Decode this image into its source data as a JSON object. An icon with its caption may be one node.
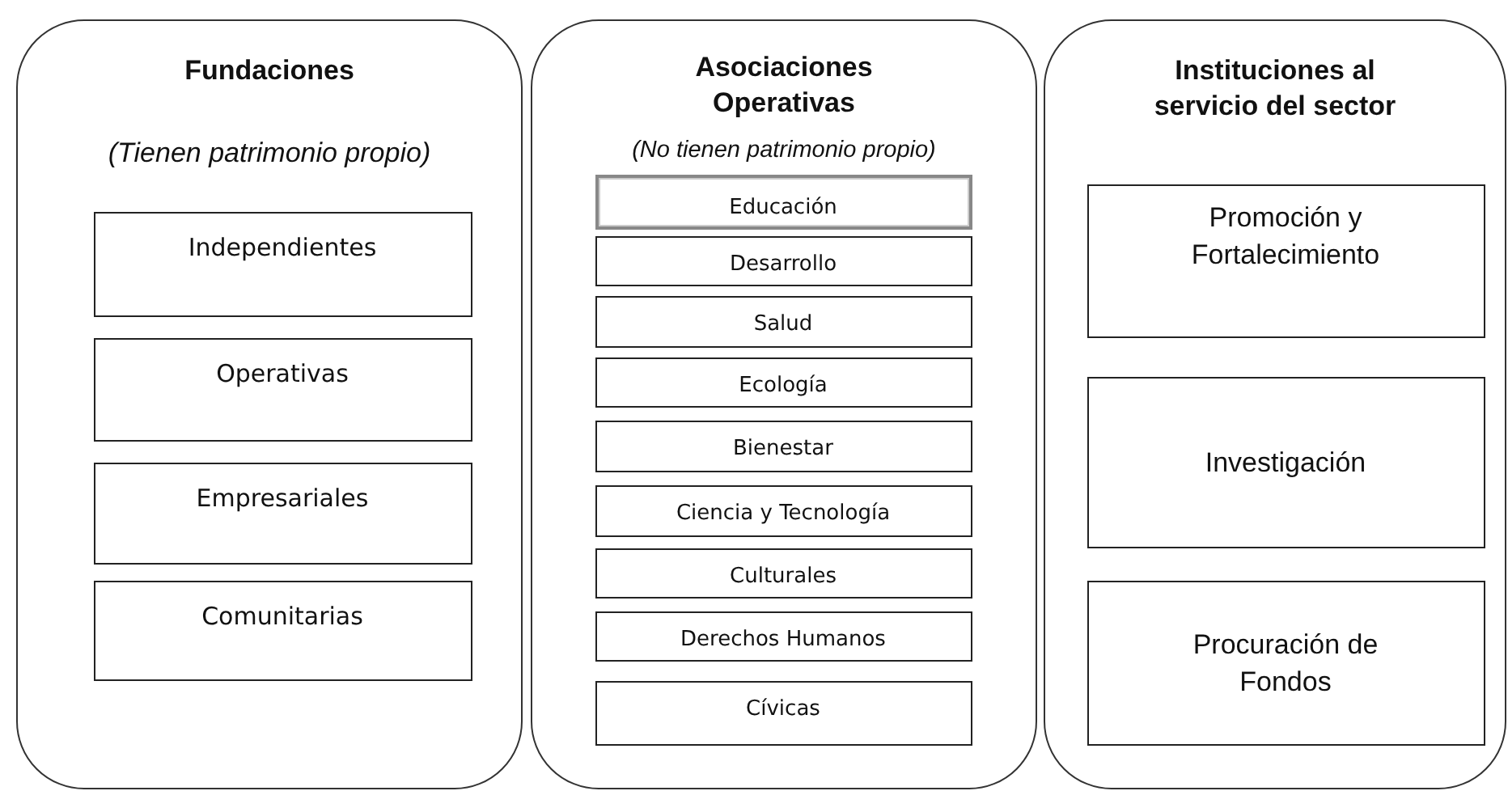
{
  "diagram": {
    "nodes": [
      {
        "text": [
          "Fundaciones",
          "(Tienen patrimonio propio)"
        ]
      },
      {
        "text": [
          "Independientes"
        ],
        "in": 0
      },
      {
        "text": [
          "Operativas"
        ],
        "in": 0
      },
      {
        "text": [
          "Empresariales"
        ],
        "in": 0
      },
      {
        "text": [
          "Comunitarias"
        ],
        "in": 0
      },
      {
        "text": [
          "Asociaciones Operativas",
          "(No tienen patrimonio propio)"
        ]
      },
      {
        "text": [
          "Educación"
        ],
        "in": 5
      },
      {
        "text": [
          "Desarrollo"
        ],
        "in": 5
      },
      {
        "text": [
          "Salud"
        ],
        "in": 5
      },
      {
        "text": [
          "Ecología"
        ],
        "in": 5
      },
      {
        "text": [
          "Bienestar"
        ],
        "in": 5
      },
      {
        "text": [
          "Ciencia y Tecnología"
        ],
        "in": 5
      },
      {
        "text": [
          "Culturales"
        ],
        "in": 5
      },
      {
        "text": [
          "Derechos Humanos"
        ],
        "in": 5
      },
      {
        "text": [
          "Cívicas"
        ],
        "in": 5
      },
      {
        "text": [
          "Instituciones al servicio del sector"
        ]
      },
      {
        "text": [
          "Promoción y Fortalecimiento"
        ],
        "in": 15
      },
      {
        "text": [
          "Investigación"
        ],
        "in": 15
      },
      {
        "text": [
          "Procuración de Fondos"
        ],
        "in": 15
      }
    ]
  }
}
